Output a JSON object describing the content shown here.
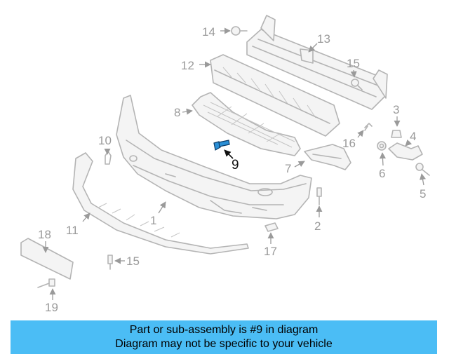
{
  "diagram": {
    "highlighted_callout": "9",
    "callouts": [
      "1",
      "2",
      "3",
      "4",
      "5",
      "6",
      "7",
      "8",
      "9",
      "10",
      "11",
      "12",
      "13",
      "14",
      "15",
      "15",
      "16",
      "17",
      "18",
      "19"
    ],
    "colors": {
      "highlight_part": "#2a8fd6",
      "line_art": "#b4b4b4",
      "banner": "#4bbdf5"
    }
  },
  "banner": {
    "line1": "Part or sub-assembly is #9 in diagram",
    "line2": "Diagram may not be specific to your vehicle"
  }
}
